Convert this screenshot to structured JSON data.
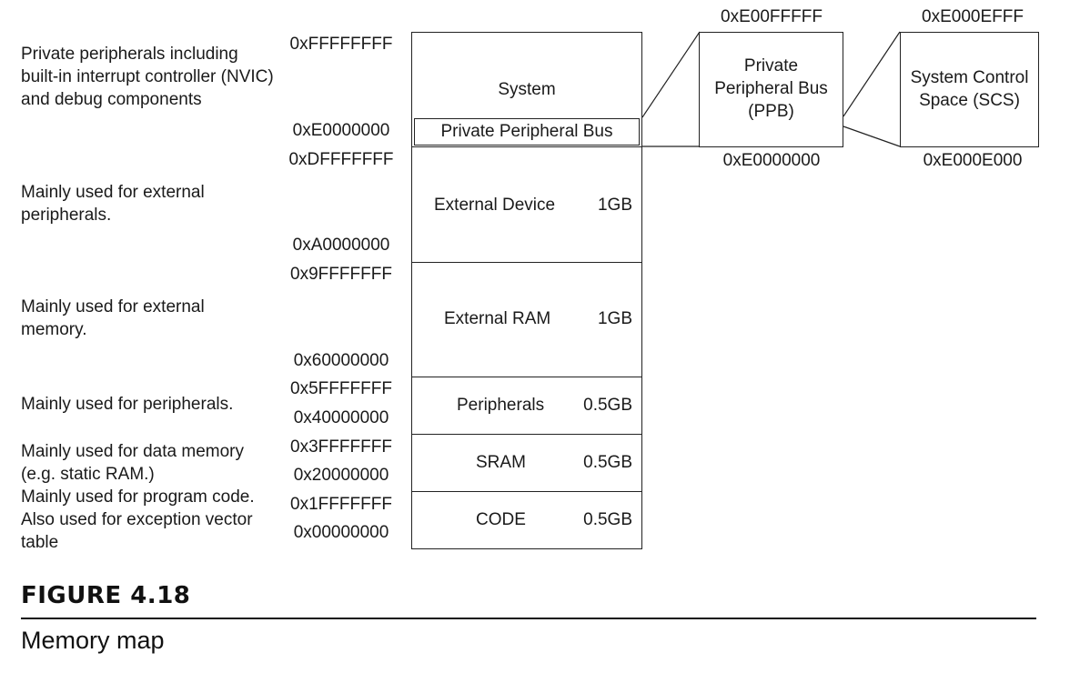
{
  "regions": {
    "system": {
      "name": "System",
      "ppb_label": "Private Peripheral Bus",
      "top": "0xFFFFFFFF",
      "bottom": "0xE0000000",
      "description": "Private peripherals including built-in interrupt controller (NVIC) and debug components"
    },
    "external_device": {
      "name": "External Device",
      "size": "1GB",
      "top": "0xDFFFFFFF",
      "bottom": "0xA0000000",
      "description": "Mainly used for external peripherals."
    },
    "external_ram": {
      "name": "External RAM",
      "size": "1GB",
      "top": "0x9FFFFFFF",
      "bottom": "0x60000000",
      "description": "Mainly used for external memory."
    },
    "peripherals": {
      "name": "Peripherals",
      "size": "0.5GB",
      "top": "0x5FFFFFFF",
      "bottom": "0x40000000",
      "description": "Mainly used for peripherals."
    },
    "sram": {
      "name": "SRAM",
      "size": "0.5GB",
      "top": "0x3FFFFFFF",
      "bottom": "0x20000000",
      "description": "Mainly used for data memory (e.g. static RAM.)"
    },
    "code": {
      "name": "CODE",
      "size": "0.5GB",
      "top": "0x1FFFFFFF",
      "bottom": "0x00000000",
      "description": "Mainly used for program code. Also used for exception vector table"
    }
  },
  "ppb_detail": {
    "name": "Private Peripheral Bus (PPB)",
    "top": "0xE00FFFFF",
    "bottom": "0xE0000000"
  },
  "scs_detail": {
    "name": "System Control Space (SCS)",
    "top": "0xE000EFFF",
    "bottom": "0xE000E000"
  },
  "figure": {
    "number": "FIGURE 4.18",
    "caption": "Memory map"
  }
}
